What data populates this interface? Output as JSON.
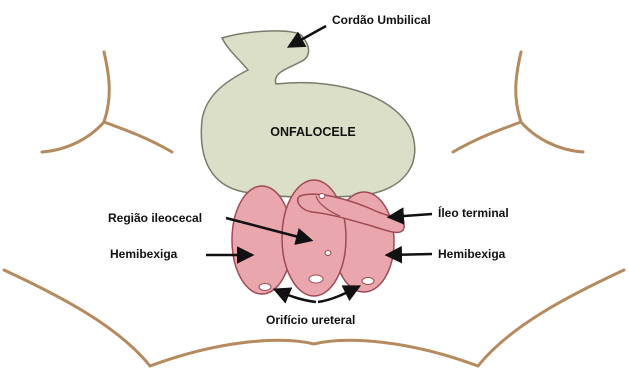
{
  "labels": {
    "cord": "Cordão Umbilical",
    "omphalocele": "ONFALOCELE",
    "ileocecal": "Região ileocecal",
    "ileum": "Íleo terminal",
    "hemibladder_left": "Hemibexiga",
    "hemibladder_right": "Hemibexiga",
    "ureteral": "Orifício ureteral"
  },
  "colors": {
    "sac_fill": "#dcdfc8",
    "sac_stroke": "#7a7b6a",
    "bladder_fill": "#eaa6ad",
    "bladder_stroke": "#9e4a55",
    "body_outline": "#b58a5e",
    "arrow": "#111111"
  }
}
